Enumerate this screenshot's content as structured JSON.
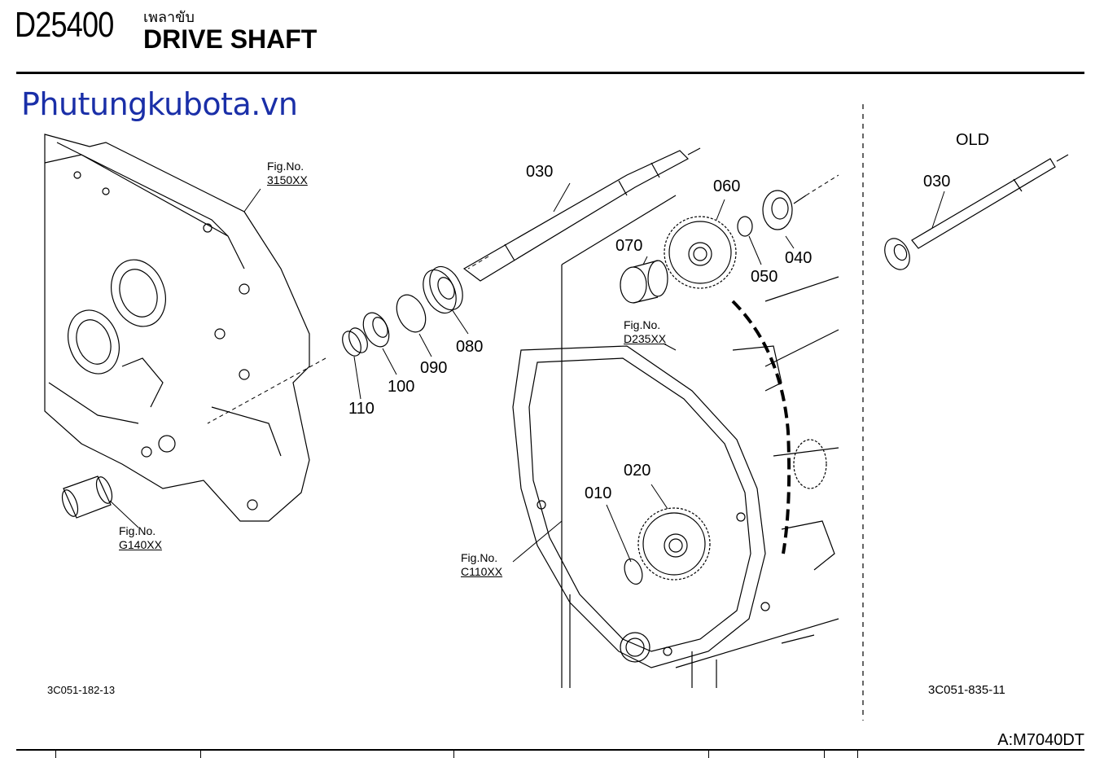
{
  "header": {
    "code": "D25400",
    "title_thai": "เพลาขับ",
    "title": "DRIVE SHAFT"
  },
  "watermark": "Phutungkubota.vn",
  "old_label": "OLD",
  "part_labels": {
    "p030": "030",
    "p060": "060",
    "p070": "070",
    "p040": "040",
    "p050": "050",
    "p080": "080",
    "p090": "090",
    "p100": "100",
    "p110": "110",
    "p020": "020",
    "p010": "010",
    "p030_old": "030"
  },
  "fig_refs": {
    "f3150": {
      "label": "Fig.No.",
      "number": "3150XX"
    },
    "fD235": {
      "label": "Fig.No.",
      "number": "D235XX"
    },
    "fG140": {
      "label": "Fig.No.",
      "number": "G140XX"
    },
    "fC110": {
      "label": "Fig.No.",
      "number": "C110XX"
    }
  },
  "figure_codes": {
    "left": "3C051-182-13",
    "right": "3C051-835-11"
  },
  "model": "A:M7040DT",
  "colors": {
    "watermark": "#1a2fa8"
  }
}
